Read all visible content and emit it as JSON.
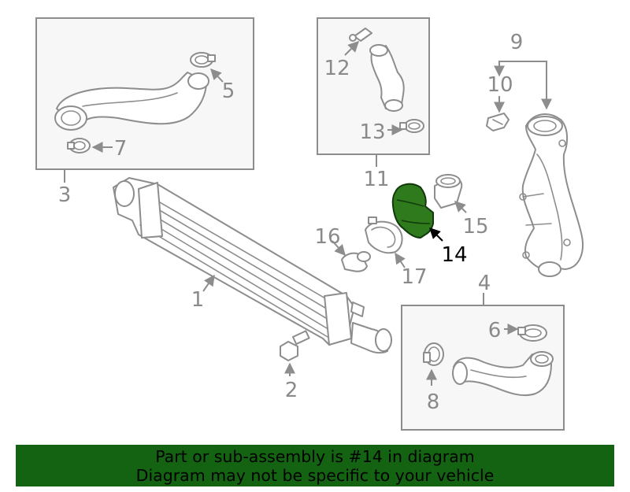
{
  "callouts": {
    "c1": "1",
    "c2": "2",
    "c3": "3",
    "c4": "4",
    "c5": "5",
    "c6": "6",
    "c7": "7",
    "c8": "8",
    "c9": "9",
    "c10": "10",
    "c11": "11",
    "c12": "12",
    "c13": "13",
    "c14": "14",
    "c15": "15",
    "c16": "16",
    "c17": "17"
  },
  "highlighted_part": "14",
  "colors": {
    "highlight_part": "#2f7a1d",
    "banner_background": "#146312",
    "line_art": "#8d8d8d",
    "box_fill": "#f7f7f7"
  },
  "banner": {
    "line1": "Part or sub-assembly is #14 in diagram",
    "line2": "Diagram may not be specific to your vehicle"
  }
}
